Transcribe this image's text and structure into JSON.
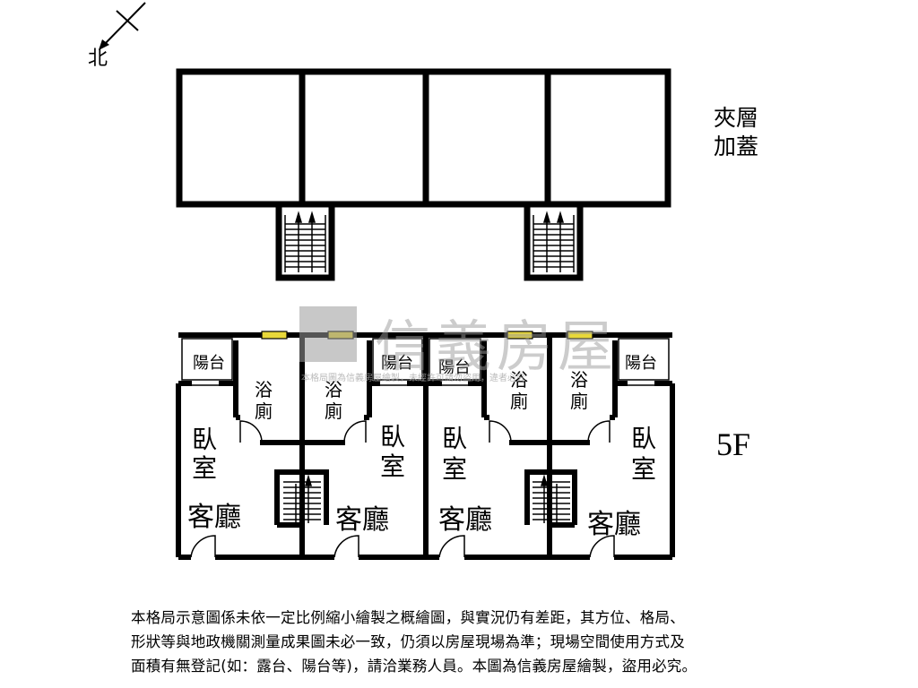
{
  "north": {
    "label": "北"
  },
  "mezzanine": {
    "line1": "夾層",
    "line2": "加蓋"
  },
  "floor": {
    "label": "5F"
  },
  "rooms": {
    "balcony": "陽台",
    "bath_line1": "浴",
    "bath_line2": "廁",
    "bedroom_line1": "臥",
    "bedroom_line2": "室",
    "living": "客廳"
  },
  "watermark": {
    "brand": "信義房屋",
    "notice": "本格局圖為信義房屋繪製，未經許可請勿盜用，違者必究"
  },
  "disclaimer": {
    "line1": "本格局示意圖係未依一定比例縮小繪製之概繪圖，與實況仍有差距，其方位、格局、",
    "line2": "形狀等與地政機關測量成果圖未必一致，仍須以房屋現場為準；現場空間使用方式及",
    "line3": "面積有無登記(如：露台、陽台等)，請洽業務人員。本圖為信義房屋繪製，盜用必究。"
  },
  "colors": {
    "wall": "#000000",
    "window": "#e8d83a",
    "watermark": "#9a9a9a"
  }
}
